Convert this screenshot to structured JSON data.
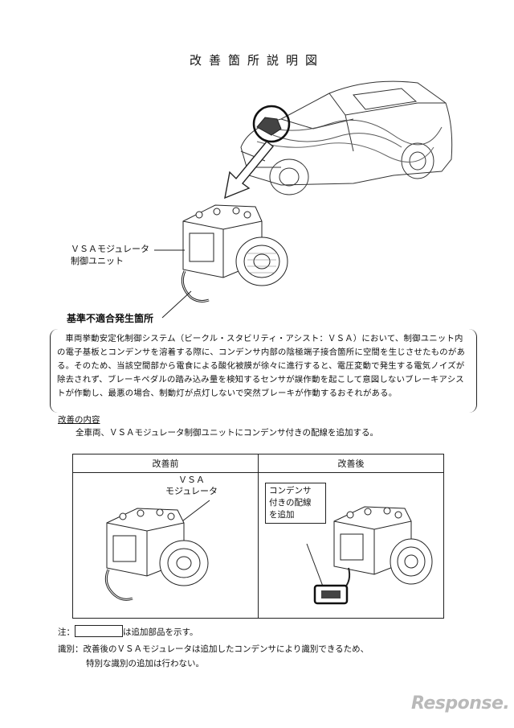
{
  "title": "改善箇所説明図",
  "labels": {
    "vsa_modulator_line1": "ＶＳＡモジュレータ",
    "vsa_modulator_line2": "制御ユニット",
    "defect_location": "基準不適合発生箇所"
  },
  "description": "車両挙動安定化制御システム（ビークル・スタビリティ・アシスト：ＶＳＡ）において、制御ユニット内の電子基板とコンデンサを溶着する際に、コンデンサ内部の陰極端子接合箇所に空間を生じさせたものがある。そのため、当該空間部から電食による酸化被膜が徐々に進行すると、電圧変動で発生する電気ノイズが除去されず、ブレーキペダルの踏み込み量を検知するセンサが誤作動を起こして意図しないブレーキアシストが作動し、最悪の場合、制動灯が点灯しないで突然ブレーキが作動するおそれがある。",
  "improvement": {
    "heading": "改善の内容",
    "body": "全車両、ＶＳＡモジュレータ制御ユニットにコンデンサ付きの配線を追加する。"
  },
  "comparison": {
    "before_header": "改善前",
    "after_header": "改善後",
    "before_label_line1": "ＶＳＡ",
    "before_label_line2": "モジュレータ",
    "after_label_line1": "コンデンサ",
    "after_label_line2": "付きの配線",
    "after_label_line3": "を追加"
  },
  "note": {
    "prefix": "注：",
    "suffix": "は追加部品を示す。"
  },
  "identification": {
    "line1": "識別：改善後のＶＳＡモジュレータは追加したコンデンサにより識別できるため、",
    "line2": "特別な識別の追加は行わない。"
  },
  "watermark": "Response."
}
